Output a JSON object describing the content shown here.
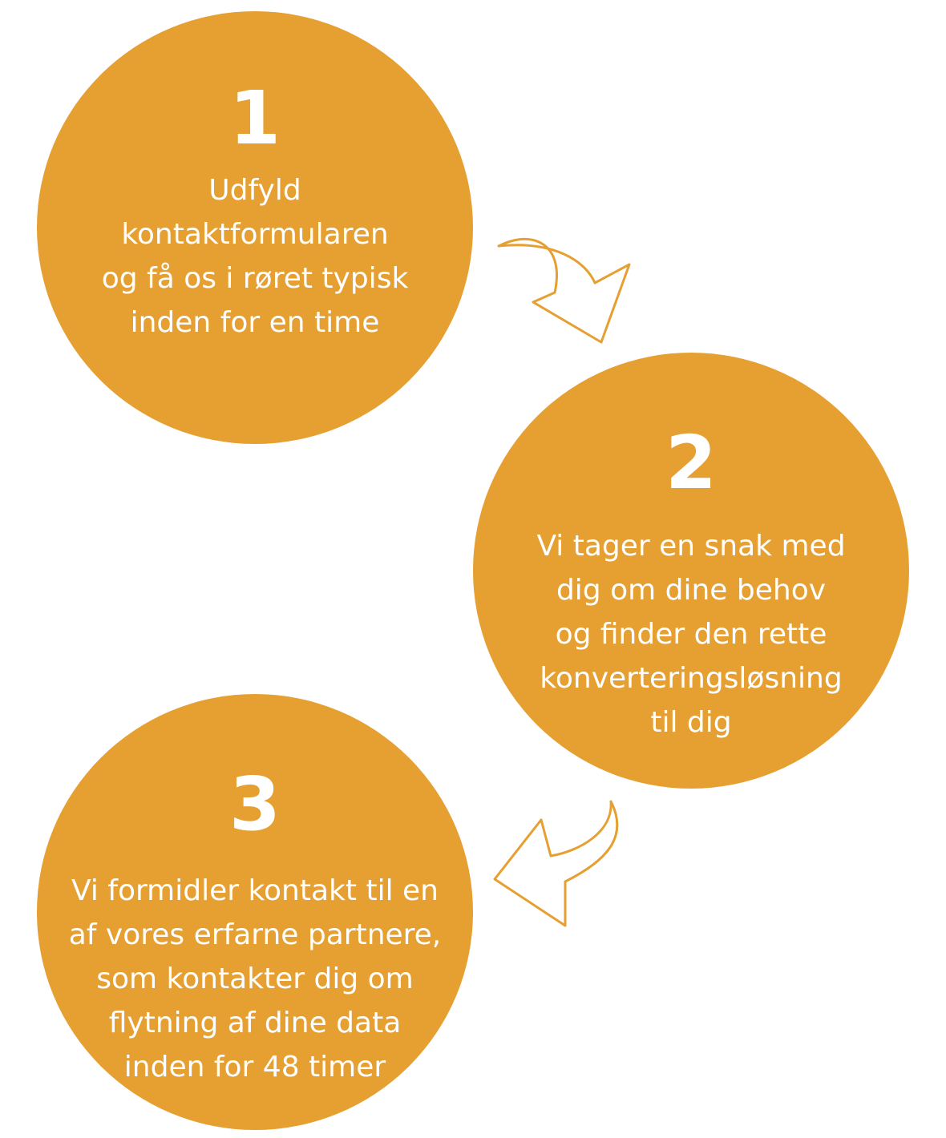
{
  "colors": {
    "circle_fill": "#E69F31",
    "text": "#FFFFFF",
    "arrow_stroke": "#E69F31",
    "background": "#FFFFFF"
  },
  "steps": [
    {
      "number": "1",
      "text": "Udfyld\nkontaktformularen\nog få os i røret typisk\ninden for en time"
    },
    {
      "number": "2",
      "text": "Vi tager en snak med\ndig om dine behov\nog finder den rette\nkonverteringsløsning\ntil dig"
    },
    {
      "number": "3",
      "text": "Vi formidler kontakt til en\naf vores erfarne partnere,\nsom kontakter dig om\nflytning af dine data\ninden for 48 timer"
    }
  ],
  "arrows": [
    {
      "icon": "curved-arrow-down-right-icon"
    },
    {
      "icon": "curved-arrow-down-left-icon"
    }
  ]
}
